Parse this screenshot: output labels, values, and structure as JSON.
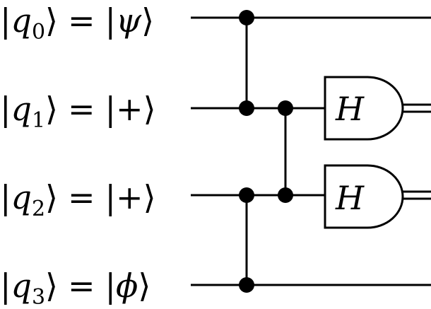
{
  "qubits": [
    {
      "symbol": "q",
      "index": "0",
      "equals": "=",
      "state": "ψ",
      "state_style": "italic"
    },
    {
      "symbol": "q",
      "index": "1",
      "equals": "=",
      "state": "+",
      "state_style": "normal"
    },
    {
      "symbol": "q",
      "index": "2",
      "equals": "=",
      "state": "+",
      "state_style": "normal"
    },
    {
      "symbol": "q",
      "index": "3",
      "equals": "=",
      "state": "ϕ",
      "state_style": "italic"
    }
  ],
  "brackets": {
    "left": "|",
    "right": "⟩"
  },
  "gates": [
    {
      "label": "H",
      "target_qubit": 1,
      "kind": "hadamard-with-measurement"
    },
    {
      "label": "H",
      "target_qubit": 2,
      "kind": "hadamard-with-measurement"
    }
  ],
  "controlled_z_links": [
    {
      "qubits": [
        0,
        1
      ]
    },
    {
      "qubits": [
        1,
        2
      ]
    },
    {
      "qubits": [
        2,
        3
      ]
    }
  ],
  "colors": {
    "wire": "#000000",
    "background": "#ffffff",
    "gate_fill": "#ffffff"
  }
}
